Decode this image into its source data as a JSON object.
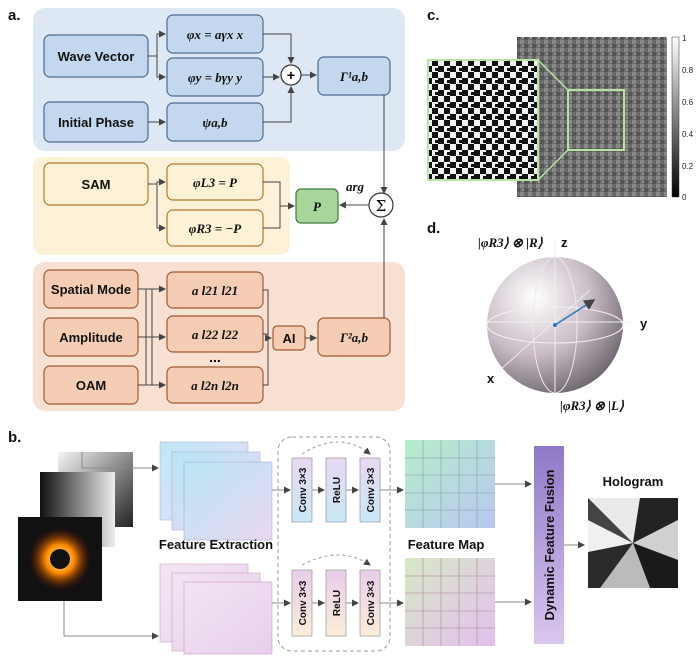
{
  "panels": {
    "a": "a.",
    "b": "b.",
    "c": "c.",
    "d": "d."
  },
  "panel_a": {
    "inputs": {
      "wave_vector": "Wave Vector",
      "initial_phase": "Initial Phase",
      "sam": "SAM",
      "spatial_mode": "Spatial Mode",
      "amplitude": "Amplitude",
      "oam": "OAM"
    },
    "formulas": {
      "phi_x": "φx = aγx x",
      "phi_y": "φy = bγy y",
      "psi": "ψa,b",
      "gamma1": "Γ¹a,b",
      "phi_L3": "φL3 = P",
      "phi_R3": "φR3 = −P",
      "p": "P",
      "arg": "arg",
      "sum": "Σ",
      "plus": "+",
      "a21": "a l21 l21",
      "a22": "a l22 l22",
      "a2n": "a l2n l2n",
      "dots": "...",
      "ai": "AI",
      "gamma2": "Γ²a,b"
    }
  },
  "panel_b": {
    "feature_extraction": "Feature Extraction",
    "feature_map": "Feature Map",
    "dynamic_fusion": "Dynamic Feature Fusion",
    "hologram": "Hologram",
    "conv1": "Conv 3×3",
    "relu": "ReLU",
    "conv2": "Conv 3×3"
  },
  "panel_c": {
    "colorbar_ticks": [
      "1",
      "0.8",
      "0.6",
      "0.4",
      "0.2",
      "0"
    ]
  },
  "panel_d": {
    "top_label": "|φR3⟩ ⊗ |R⟩",
    "bottom_label": "|φR3⟩ ⊗ |L⟩",
    "axis_z": "z",
    "axis_y": "y",
    "axis_x": "x"
  }
}
